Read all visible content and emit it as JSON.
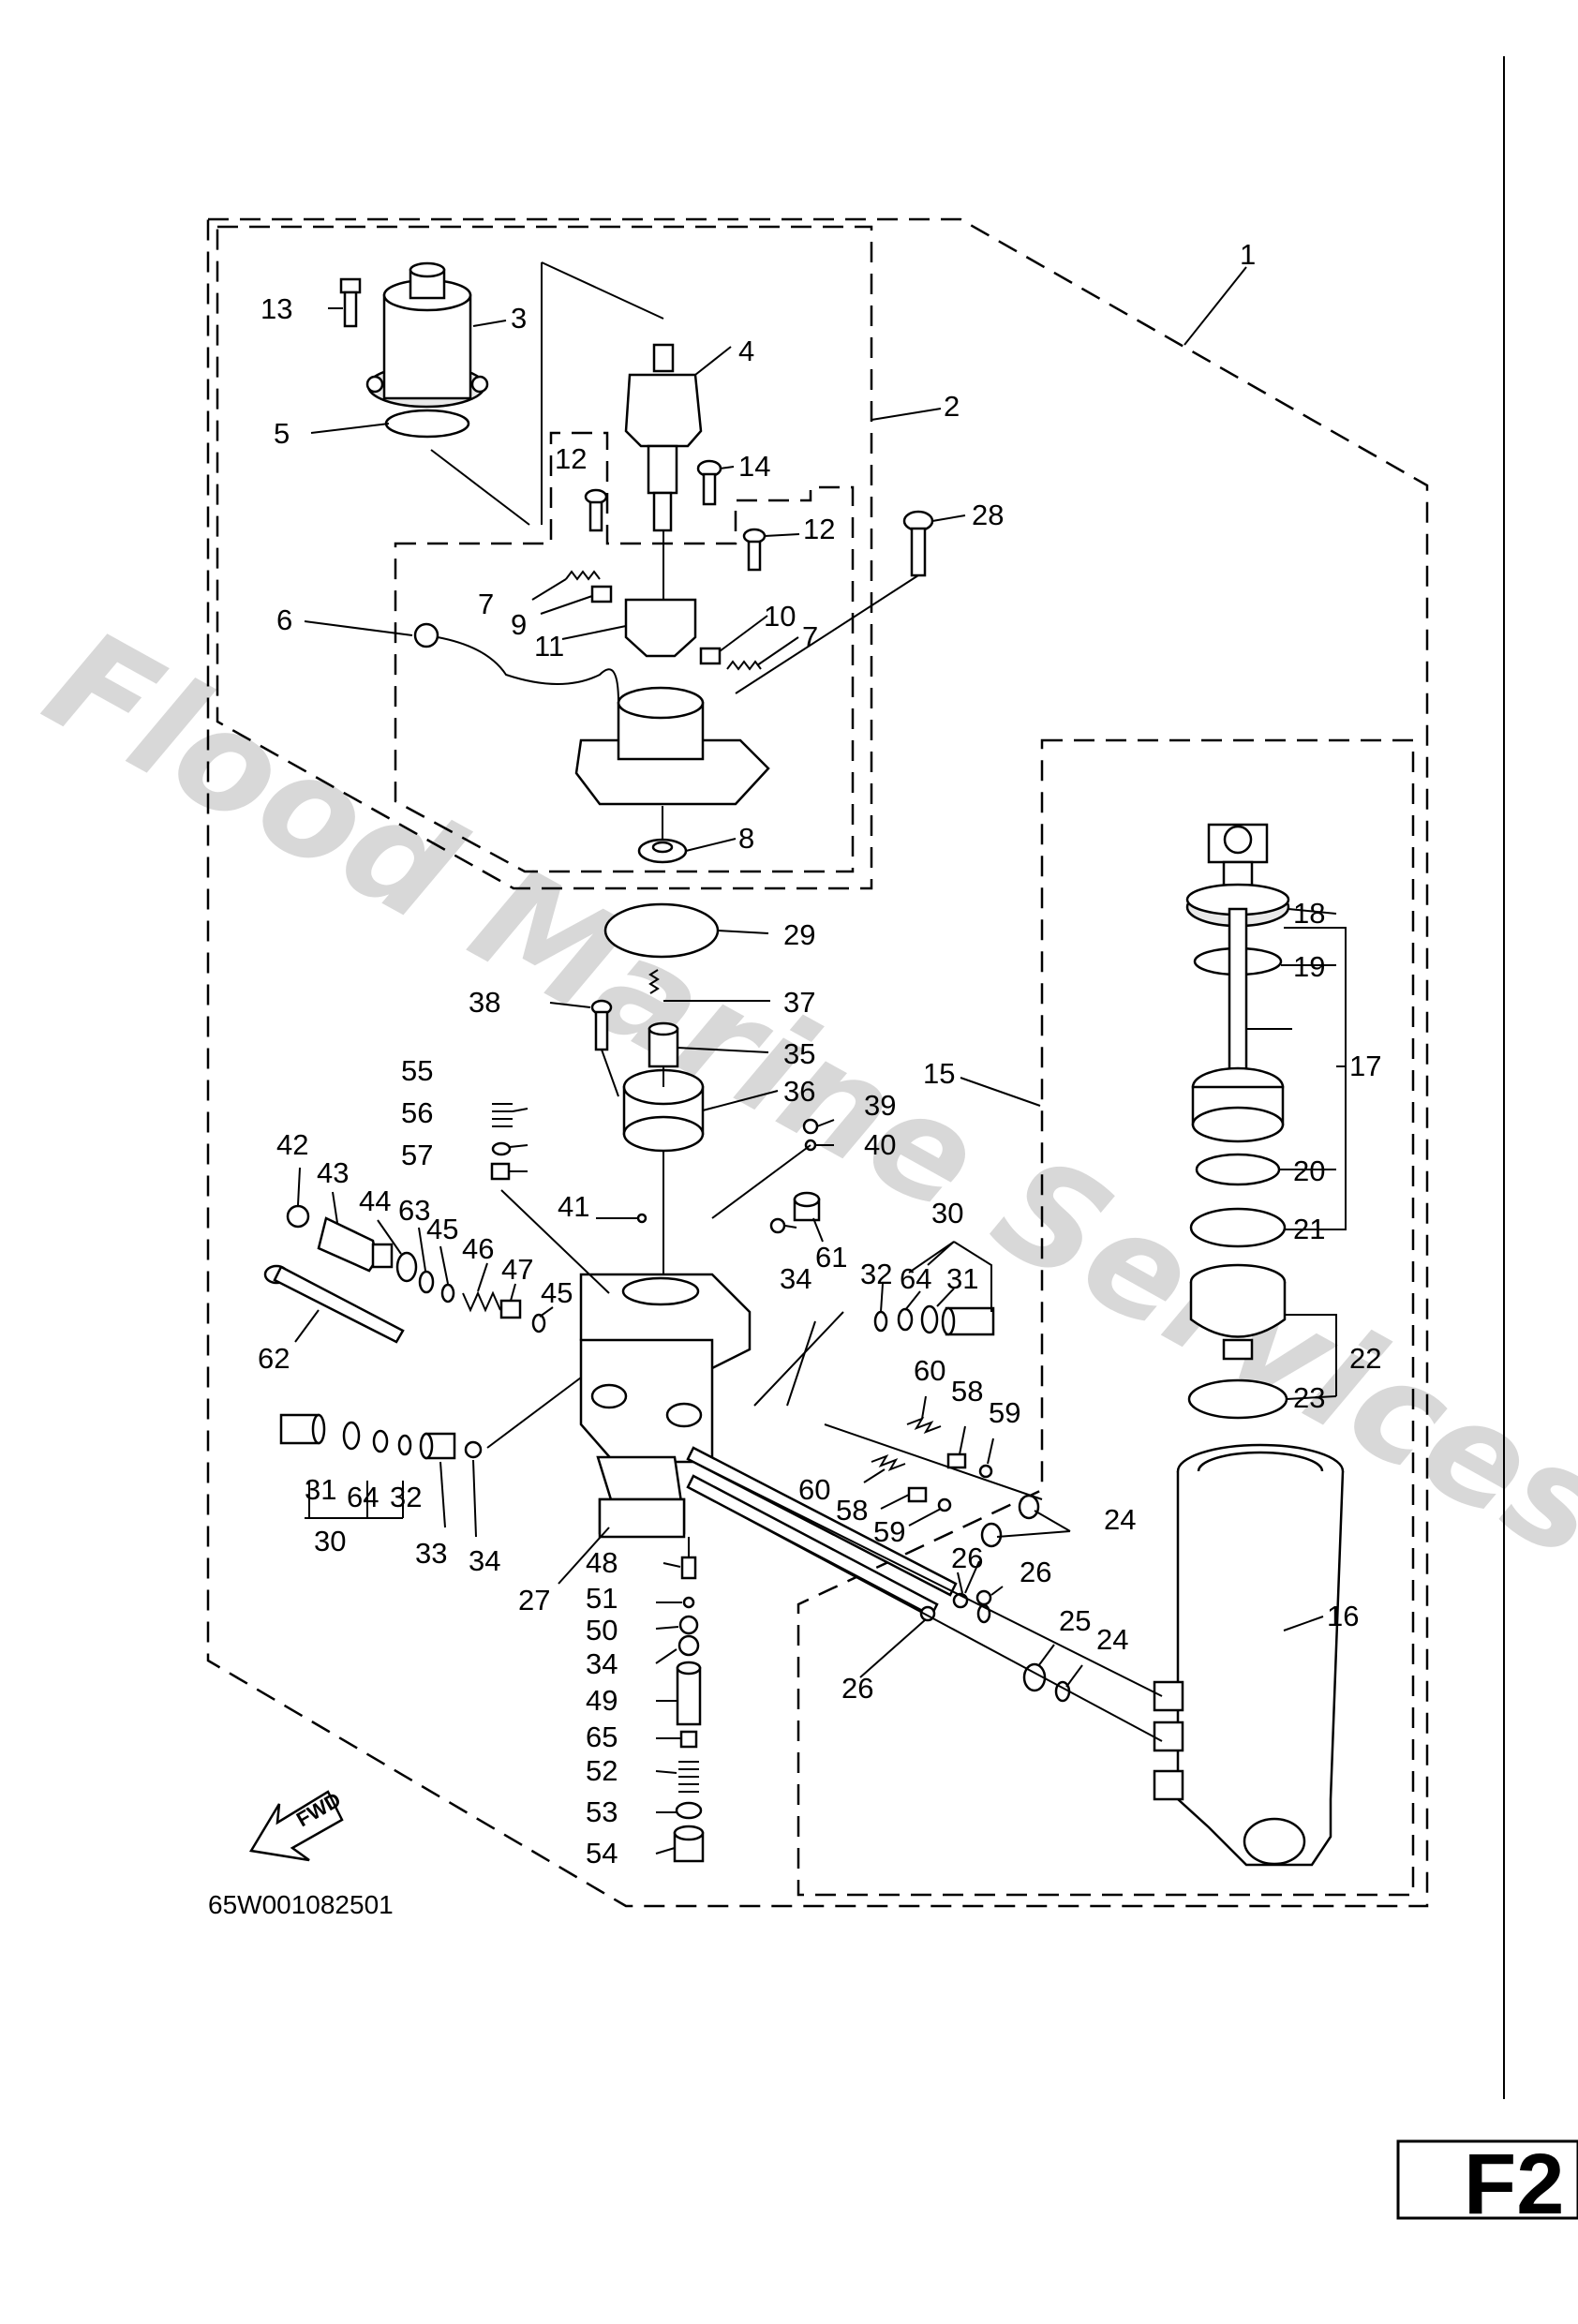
{
  "watermark": "Flood Marine Services",
  "drawing_code": "65W001082501",
  "fwd_label": "FWD",
  "page_tag": "F2",
  "callouts": [
    "1",
    "2",
    "3",
    "4",
    "5",
    "6",
    "7",
    "7",
    "8",
    "9",
    "10",
    "11",
    "12",
    "12",
    "13",
    "14",
    "15",
    "16",
    "17",
    "18",
    "19",
    "20",
    "21",
    "22",
    "23",
    "24",
    "24",
    "25",
    "26",
    "26",
    "26",
    "27",
    "28",
    "29",
    "30",
    "30",
    "31",
    "31",
    "32",
    "32",
    "33",
    "34",
    "34",
    "34",
    "35",
    "36",
    "37",
    "38",
    "39",
    "40",
    "41",
    "42",
    "43",
    "44",
    "45",
    "45",
    "46",
    "47",
    "48",
    "49",
    "50",
    "51",
    "52",
    "53",
    "54",
    "55",
    "56",
    "57",
    "58",
    "58",
    "59",
    "59",
    "60",
    "60",
    "61",
    "62",
    "63",
    "64",
    "64",
    "65"
  ]
}
